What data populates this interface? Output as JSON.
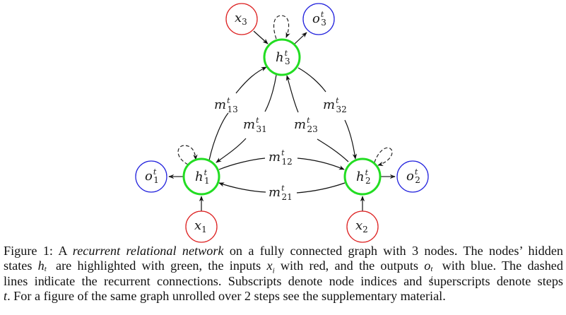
{
  "figure": {
    "colors": {
      "hidden": "#22dd22",
      "input": "#dd2222",
      "output": "#2222dd",
      "edge": "#111111",
      "output_edge": "#666666"
    },
    "nodes": {
      "h1": {
        "sym": "h",
        "sup": "t",
        "sub": "1"
      },
      "h2": {
        "sym": "h",
        "sup": "t",
        "sub": "2"
      },
      "h3": {
        "sym": "h",
        "sup": "t",
        "sub": "3"
      },
      "x1": {
        "sym": "x",
        "sup": "",
        "sub": "1"
      },
      "x2": {
        "sym": "x",
        "sup": "",
        "sub": "2"
      },
      "x3": {
        "sym": "x",
        "sup": "",
        "sub": "3"
      },
      "o1": {
        "sym": "o",
        "sup": "t",
        "sub": "1"
      },
      "o2": {
        "sym": "o",
        "sup": "t",
        "sub": "2"
      },
      "o3": {
        "sym": "o",
        "sup": "t",
        "sub": "3"
      }
    },
    "edge_labels": {
      "m13": {
        "sym": "m",
        "sup": "t",
        "sub": "13"
      },
      "m31": {
        "sym": "m",
        "sup": "t",
        "sub": "31"
      },
      "m23": {
        "sym": "m",
        "sup": "t",
        "sub": "23"
      },
      "m32": {
        "sym": "m",
        "sup": "t",
        "sub": "32"
      },
      "m12": {
        "sym": "m",
        "sup": "t",
        "sub": "12"
      },
      "m21": {
        "sym": "m",
        "sup": "t",
        "sub": "21"
      }
    }
  },
  "caption": {
    "prefix": "Figure 1: A ",
    "emph": "recurrent relational network",
    "l1_rest": " on a fully connected graph with 3 nodes. The nodes’ hidden",
    "l2_a": "states ",
    "h_sym": "h",
    "i_sub": "i",
    "t_sup": "t",
    "l2_b": " are highlighted with green, the inputs ",
    "x_sym": "x",
    "l2_c": " with red, and the outputs ",
    "o_sym": "o",
    "l2_d": " with blue. The dashed",
    "l3": "lines indicate the recurrent connections. Subscripts denote node indices and superscripts denote steps",
    "l4_t": "t",
    "l4_rest": ". For a figure of the same graph unrolled over 2 steps see the supplementary material."
  }
}
